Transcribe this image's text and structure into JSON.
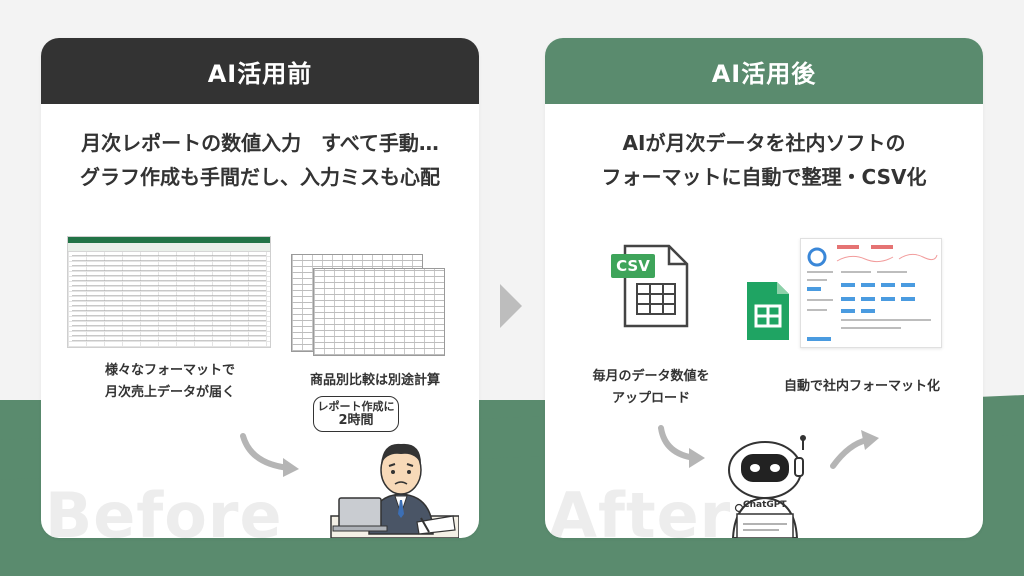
{
  "before": {
    "header": "AI活用前",
    "text_line1": "月次レポートの数値入力　すべて手動…",
    "text_line2": "グラフ作成も手間だし、入力ミスも心配",
    "caption_left_line1": "様々なフォーマットで",
    "caption_left_line2": "月次売上データが届く",
    "caption_right": "商品別比較は別途計算",
    "speech_line1": "レポート作成に",
    "speech_line2": "2時間",
    "watermark": "Before"
  },
  "after": {
    "header": "AI活用後",
    "text_line1": "AIが月次データを社内ソフトの",
    "text_line2": "フォーマットに自動で整理・CSV化",
    "caption_left_line1": "毎月のデータ数値を",
    "caption_left_line2": "アップロード",
    "caption_right": "自動で社内フォーマット化",
    "csv_label": "CSV",
    "robot_badge": "ChatGPT",
    "watermark": "After"
  },
  "colors": {
    "dark": "#333333",
    "green": "#5a8b6e",
    "arrow": "#bdbdbd"
  }
}
